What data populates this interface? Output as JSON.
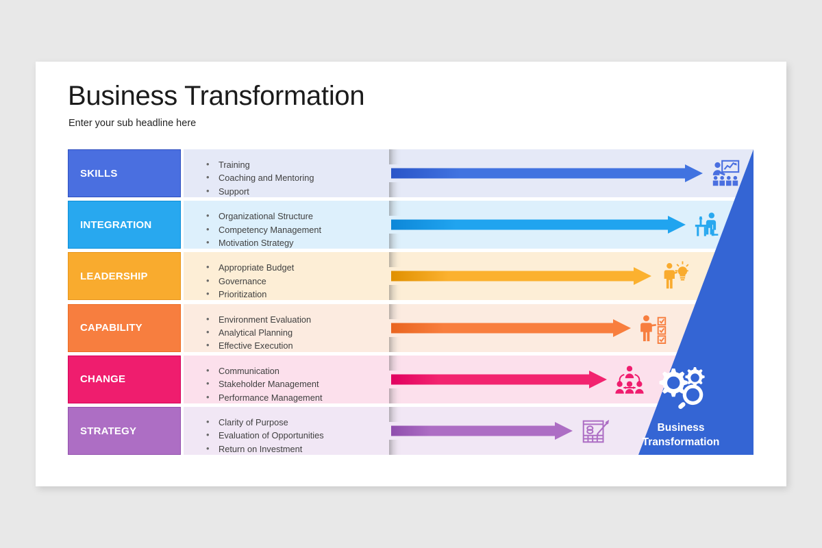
{
  "slide": {
    "title": "Business Transformation",
    "subtitle": "Enter your sub headline here"
  },
  "badge": {
    "label_line1": "Business",
    "label_line2": "Transformation",
    "icon": "gears-magnifier-icon",
    "color": "#3465d4"
  },
  "rows": [
    {
      "label": "SKILLS",
      "color": "#4a6fe0",
      "border": "#2f4fbf",
      "band": "#e5e9f7",
      "arrow_start": "#2a55c8",
      "arrow_end": "#4173e0",
      "arrow_length": 455,
      "icon": "training-presentation-icon",
      "bullets": [
        "Training",
        "Coaching and Mentoring",
        "Support"
      ]
    },
    {
      "label": "INTEGRATION",
      "color": "#28a8ef",
      "border": "#0d8fd8",
      "band": "#ddf0fc",
      "arrow_start": "#0d87d8",
      "arrow_end": "#20a4ef",
      "arrow_length": 430,
      "icon": "desk-worker-icon",
      "bullets": [
        "Organizational Structure",
        "Competency Management",
        "Motivation Strategy"
      ]
    },
    {
      "label": "LEADERSHIP",
      "color": "#f9ab2e",
      "border": "#e8951a",
      "band": "#fdeed6",
      "arrow_start": "#e09000",
      "arrow_end": "#fbb12f",
      "arrow_length": 380,
      "icon": "leader-idea-icon",
      "bullets": [
        "Appropriate Budget",
        "Governance",
        "Prioritization"
      ]
    },
    {
      "label": "CAPABILITY",
      "color": "#f77e3f",
      "border": "#ec6b22",
      "band": "#fcebe0",
      "arrow_start": "#e96520",
      "arrow_end": "#f87e3e",
      "arrow_length": 350,
      "icon": "checklist-person-icon",
      "bullets": [
        "Environment Evaluation",
        "Analytical Planning",
        "Effective Execution"
      ]
    },
    {
      "label": "CHANGE",
      "color": "#ef1d6e",
      "border": "#d4005a",
      "band": "#fce0ec",
      "arrow_start": "#e1005f",
      "arrow_end": "#f2246f",
      "arrow_length": 315,
      "icon": "team-network-icon",
      "bullets": [
        "Communication",
        "Stakeholder Management",
        "Performance Management"
      ]
    },
    {
      "label": "STRATEGY",
      "color": "#ad6ec4",
      "border": "#9250ad",
      "band": "#f1e7f5",
      "arrow_start": "#8f4ead",
      "arrow_end": "#ad6ec4",
      "arrow_length": 265,
      "icon": "notepad-pen-icon",
      "bullets": [
        "Clarity of Purpose",
        "Evaluation of Opportunities",
        "Return on Investment"
      ]
    }
  ]
}
